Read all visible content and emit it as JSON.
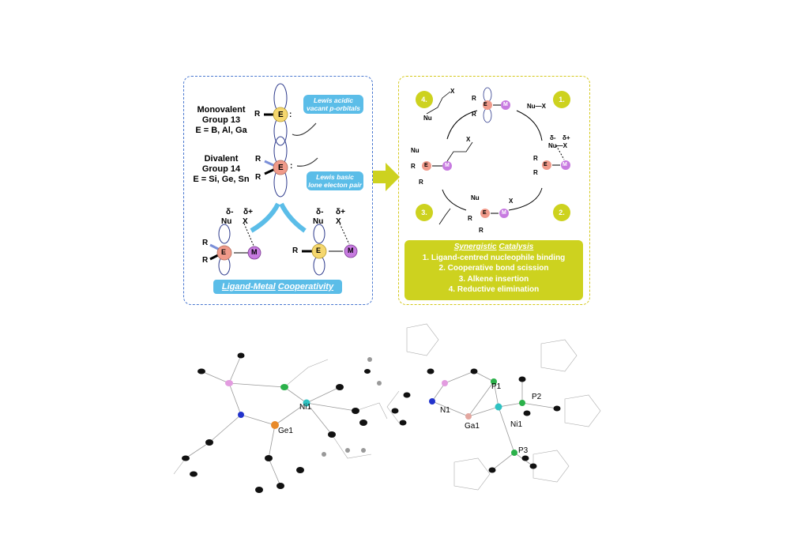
{
  "left_panel": {
    "monovalent": [
      "Monovalent",
      "Group 13",
      "E = B, Al, Ga"
    ],
    "divalent": [
      "Divalent",
      "Group 14",
      "E = Si, Ge, Sn"
    ],
    "callout_acidic": [
      "Lewis acidic",
      "vacant p-orbitals"
    ],
    "callout_basic": [
      "Lewis basic",
      "lone electon pair"
    ],
    "coop_label_1": "Ligand-Metal",
    "coop_label_2": "Cooperativity",
    "R": "R",
    "E": "E",
    "M": "M",
    "Nu": "Nu",
    "X": "X",
    "delta_minus": "δ-",
    "delta_plus": "δ+",
    "colon": ":"
  },
  "right_panel": {
    "steps": [
      "4.",
      "1.",
      "3.",
      "2."
    ],
    "nu_x": "Nu—X",
    "catalysis_title_1": "Synergistic",
    "catalysis_title_2": "Catalysis",
    "catalysis_items": [
      "1. Ligand-centred nucleophile binding",
      "2. Cooperative bond scission",
      "3. Alkene insertion",
      "4. Reductive elimination"
    ]
  },
  "crystal_left": {
    "ni": "Ni1",
    "ge": "Ge1"
  },
  "crystal_right": {
    "p1": "P1",
    "p2": "P2",
    "p3": "P3",
    "n1": "N1",
    "ga1": "Ga1",
    "ni": "Ni1"
  },
  "colors": {
    "blue_panel_border": "#4a78d0",
    "yellow_panel_border": "#d4c81a",
    "callout_blue": "#5bbde8",
    "catalysis_yellow": "#cdd21f",
    "E_group13": "#f5d76e",
    "E_group14": "#f09a8a",
    "M_purple": "#c77be0"
  }
}
